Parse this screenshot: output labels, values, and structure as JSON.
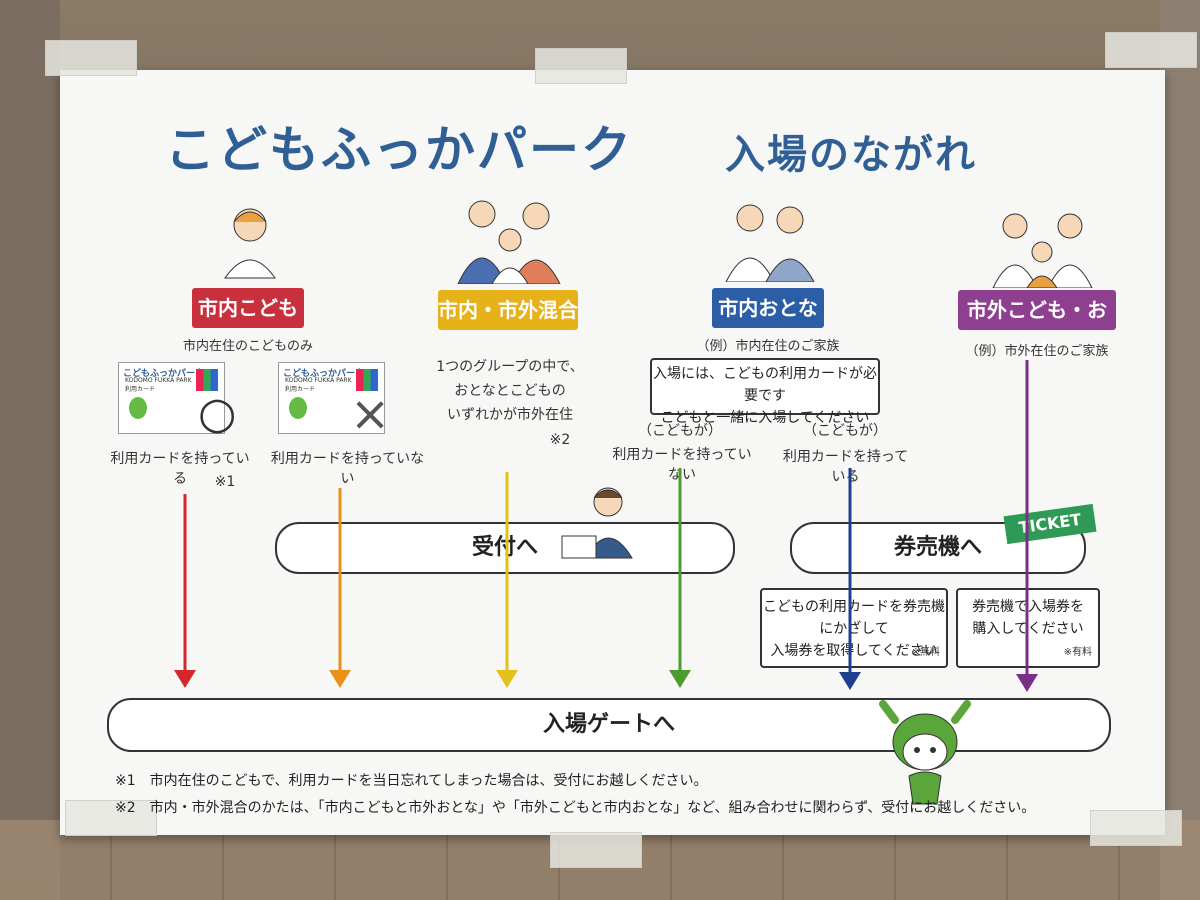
{
  "title": "こどもふっかパーク",
  "subtitle": "入場のながれ",
  "categories": [
    {
      "label": "市内こども",
      "note": "市内在住のこどものみ",
      "color": "#c8303e"
    },
    {
      "label": "市内・市外混合",
      "note": "",
      "color": "#e7b11a"
    },
    {
      "label": "市内おとな",
      "note": "（例）市内在住のご家族",
      "color": "#2b5ea6"
    },
    {
      "label": "市外こども・おとな",
      "note": "（例）市外在住のご家族",
      "color": "#8e3f8f"
    }
  ],
  "card": {
    "title": "こどもふっかパーク",
    "sub": "KODOMO FUKKA PARK",
    "use": "利用カード"
  },
  "card_has": "利用カードを持っている",
  "card_mark_has": "○",
  "card_has_ref": "※1",
  "card_not": "利用カードを持っていない",
  "card_mark_not": "×",
  "mixed_note": {
    "line1": "1つのグループの中で、",
    "line2": "おとなとこどもの",
    "line3": "いずれかが市外在住",
    "ref": "※2"
  },
  "adult_box": {
    "line1": "入場には、こどもの利用カードが必要です",
    "line2": "こどもと一緒に入場してください"
  },
  "child_has_label": "（こどもが）",
  "child_not_card": "利用カードを持っていない",
  "child_has_card": "利用カードを持っている",
  "reception": "受付へ",
  "ticket_machine": "券売機へ",
  "ticket_label": "TICKET",
  "box_free": {
    "line1": "こどもの利用カードを券売機にかざして",
    "line2": "入場券を取得してください",
    "tag": "※無料"
  },
  "box_paid": {
    "line1": "券売機で入場券を",
    "line2": "購入してください",
    "tag": "※有料"
  },
  "gate": "入場ゲートへ",
  "footnote1": "※1　市内在住のこどもで、利用カードを当日忘れてしまった場合は、受付にお越しください。",
  "footnote2": "※2　市内・市外混合のかたは、「市内こどもと市外おとな」や「市外こどもと市内おとな」など、組み合わせに関わらず、受付にお越しください。",
  "arrow_colors": [
    "#d6262e",
    "#e8901a",
    "#e2c21a",
    "#4c9b2d",
    "#1f3f8f",
    "#7a2f86"
  ]
}
